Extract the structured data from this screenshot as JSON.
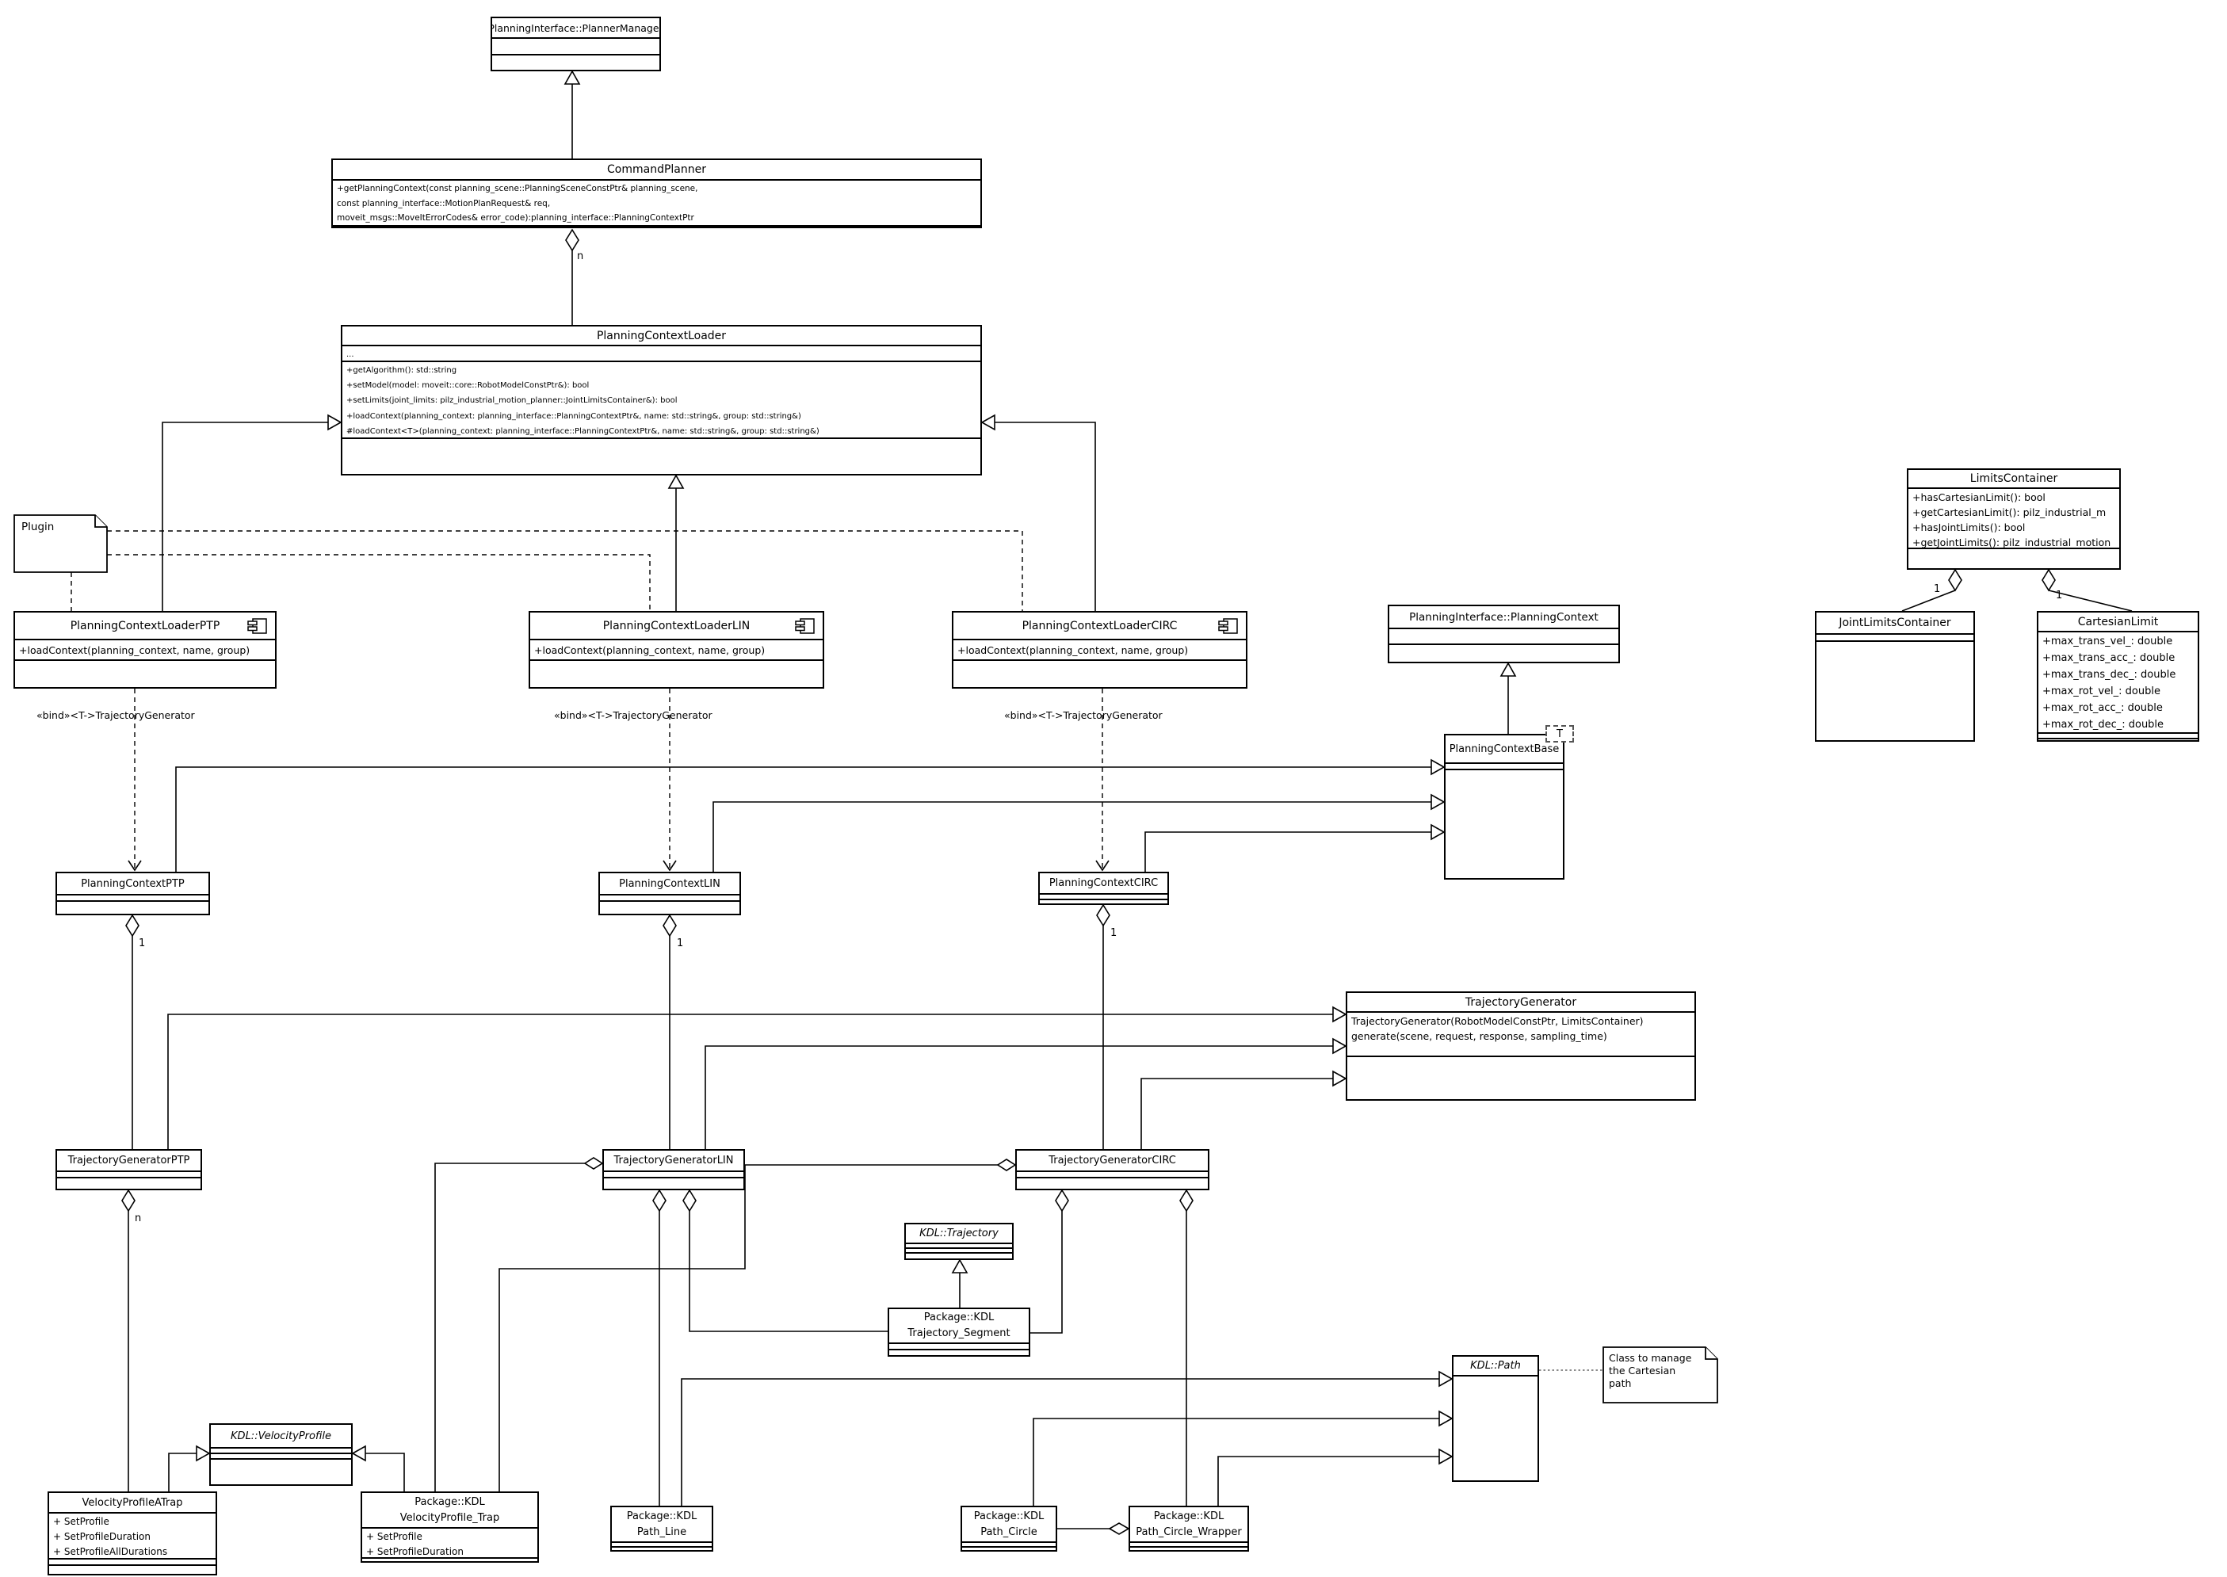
{
  "colors": {
    "line": "#000000",
    "background": "#ffffff",
    "note_border": "#000000"
  },
  "classes": {
    "planner_manager": {
      "name": "PlanningInterface::PlannerManager"
    },
    "command_planner": {
      "name": "CommandPlanner",
      "methods": [
        "+getPlanningContext(const planning_scene::PlanningSceneConstPtr& planning_scene,",
        "const planning_interface::MotionPlanRequest& req,",
        "moveit_msgs::MoveItErrorCodes& error_code):planning_interface::PlanningContextPtr"
      ]
    },
    "planning_context_loader": {
      "name": "PlanningContextLoader",
      "attributes": [
        "..."
      ],
      "methods": [
        "+getAlgorithm(): std::string",
        "+setModel(model: moveit::core::RobotModelConstPtr&): bool",
        "+setLimits(joint_limits: pilz_industrial_motion_planner::JointLimitsContainer&): bool",
        "+loadContext(planning_context: planning_interface::PlanningContextPtr&, name: std::string&, group: std::string&)",
        "#loadContext<T>(planning_context: planning_interface::PlanningContextPtr&, name: std::string&, group: std::string&)"
      ]
    },
    "loader_ptp": {
      "name": "PlanningContextLoaderPTP",
      "methods": [
        "+loadContext(planning_context, name, group)"
      ]
    },
    "loader_lin": {
      "name": "PlanningContextLoaderLIN",
      "methods": [
        "+loadContext(planning_context, name, group)"
      ]
    },
    "loader_circ": {
      "name": "PlanningContextLoaderCIRC",
      "methods": [
        "+loadContext(planning_context, name, group)"
      ]
    },
    "limits_container": {
      "name": "LimitsContainer",
      "methods": [
        "+hasCartesianLimit(): bool",
        "+getCartesianLimit(): pilz_industrial_m",
        "+hasJointLimits(): bool",
        "+getJointLimits(): pilz_industrial_motion"
      ]
    },
    "joint_limits_container": {
      "name": "JointLimitsContainer"
    },
    "cartesian_limit": {
      "name": "CartesianLimit",
      "attributes": [
        "+max_trans_vel_: double",
        "+max_trans_acc_: double",
        "+max_trans_dec_: double",
        "+max_rot_vel_: double",
        "+max_rot_acc_: double",
        "+max_rot_dec_: double"
      ]
    },
    "planning_context_interface": {
      "name": "PlanningInterface::PlanningContext"
    },
    "planning_context_base": {
      "name": "PlanningContextBase"
    },
    "context_ptp": {
      "name": "PlanningContextPTP"
    },
    "context_lin": {
      "name": "PlanningContextLIN"
    },
    "context_circ": {
      "name": "PlanningContextCIRC"
    },
    "trajectory_generator": {
      "name": "TrajectoryGenerator",
      "methods": [
        "TrajectoryGenerator(RobotModelConstPtr, LimitsContainer)",
        "generate(scene, request, response, sampling_time)"
      ]
    },
    "tg_ptp": {
      "name": "TrajectoryGeneratorPTP"
    },
    "tg_lin": {
      "name": "TrajectoryGeneratorLIN"
    },
    "tg_circ": {
      "name": "TrajectoryGeneratorCIRC"
    },
    "kdl_trajectory": {
      "name": "KDL::Trajectory"
    },
    "trajectory_segment": {
      "name": [
        "Package::KDL",
        "Trajectory_Segment"
      ]
    },
    "kdl_path": {
      "name": "KDL::Path"
    },
    "kdl_velocity_profile": {
      "name": "KDL::VelocityProfile"
    },
    "velocity_profile_atrap": {
      "name": "VelocityProfileATrap",
      "methods": [
        "+ SetProfile",
        "+ SetProfileDuration",
        "+ SetProfileAllDurations"
      ]
    },
    "velocity_profile_trap": {
      "name": [
        "Package::KDL",
        "VelocityProfile_Trap"
      ],
      "methods": [
        "+ SetProfile",
        "+ SetProfileDuration"
      ]
    },
    "path_line": {
      "name": [
        "Package::KDL",
        "Path_Line"
      ]
    },
    "path_circle": {
      "name": [
        "Package::KDL",
        "Path_Circle"
      ]
    },
    "path_circle_wrapper": {
      "name": [
        "Package::KDL",
        "Path_Circle_Wrapper"
      ]
    }
  },
  "notes": {
    "plugin": "Plugin",
    "cartesian_path": [
      "Class to manage",
      "the Cartesian",
      "path"
    ]
  },
  "labels": {
    "bind": "«bind»<T->TrajectoryGenerator",
    "template_param": "T",
    "mult_n": "n",
    "mult_1": "1"
  }
}
